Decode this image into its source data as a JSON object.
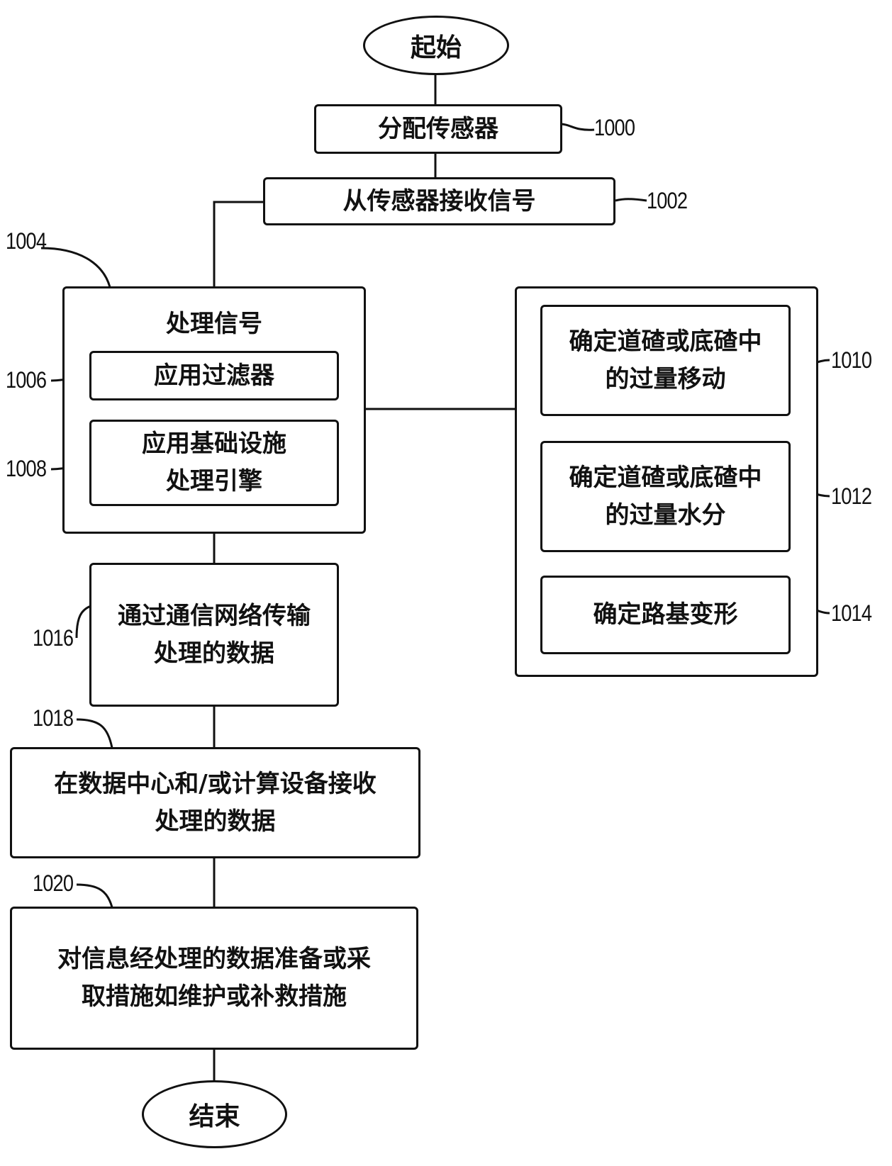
{
  "start": "起始",
  "end": "结束",
  "steps": {
    "assign_sensors": {
      "label": "分配传感器",
      "ref": "1000"
    },
    "receive_signals": {
      "label": "从传感器接收信号",
      "ref": "1002"
    },
    "process_signals": {
      "label": "处理信号",
      "ref": "1004"
    },
    "apply_filter": {
      "label": "应用过滤器",
      "ref": "1006"
    },
    "apply_engine": {
      "line1": "应用基础设施",
      "line2": "处理引擎",
      "ref": "1008"
    },
    "ballast_movement": {
      "line1": "确定道碴或底碴中",
      "line2": "的过量移动",
      "ref": "1010"
    },
    "ballast_moisture": {
      "line1": "确定道碴或底碴中",
      "line2": "的过量水分",
      "ref": "1012"
    },
    "subgrade_deformation": {
      "label": "确定路基变形",
      "ref": "1014"
    },
    "transmit_data": {
      "line1": "通过通信网络传输",
      "line2": "处理的数据",
      "ref": "1016"
    },
    "receive_data": {
      "line1": "在数据中心和/或计算设备接收",
      "line2": "处理的数据",
      "ref": "1018"
    },
    "take_action": {
      "line1": "对信息经处理的数据准备或采",
      "line2": "取措施如维护或补救措施",
      "ref": "1020"
    }
  }
}
